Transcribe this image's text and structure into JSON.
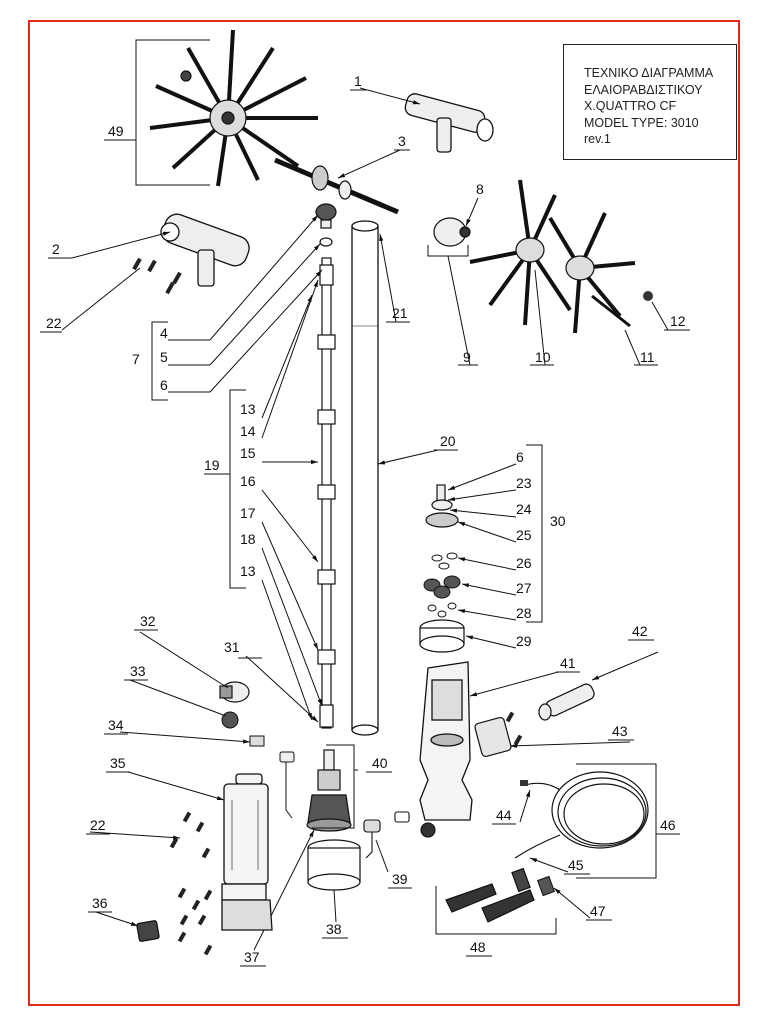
{
  "title_block": {
    "line1": "ΤΕΧΝΙΚΟ ΔΙΑΓΡΑΜΜΑ",
    "line2": "ΕΛΑΙΟΡΑΒΔΙΣΤΙΚΟΥ",
    "line3": "X.QUATTRO CF",
    "line4": "MODEL TYPE: 3010",
    "line5": "rev.1"
  },
  "frame_color": "#e1261c",
  "callouts": {
    "n1": "1",
    "n2": "2",
    "n3": "3",
    "n4": "4",
    "n5": "5",
    "n6a": "6",
    "n6b": "6",
    "n7": "7",
    "n8": "8",
    "n9": "9",
    "n10": "10",
    "n11": "11",
    "n12": "12",
    "n13a": "13",
    "n13b": "13",
    "n14": "14",
    "n15": "15",
    "n16": "16",
    "n17": "17",
    "n18": "18",
    "n19": "19",
    "n20": "20",
    "n21": "21",
    "n22a": "22",
    "n22b": "22",
    "n23": "23",
    "n24": "24",
    "n25": "25",
    "n26": "26",
    "n27": "27",
    "n28": "28",
    "n29": "29",
    "n30": "30",
    "n31": "31",
    "n32": "32",
    "n33": "33",
    "n34": "34",
    "n35": "35",
    "n36": "36",
    "n37": "37",
    "n38": "38",
    "n39": "39",
    "n40": "40",
    "n41": "41",
    "n42": "42",
    "n43": "43",
    "n44": "44",
    "n45": "45",
    "n46": "46",
    "n47": "47",
    "n48": "48",
    "n49": "49"
  }
}
